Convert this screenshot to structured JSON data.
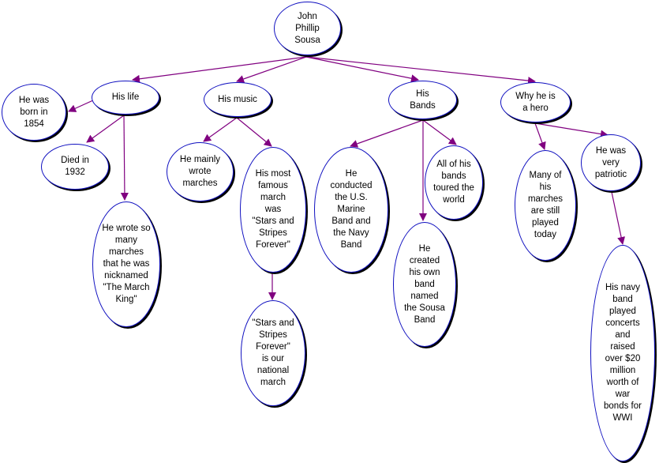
{
  "colors": {
    "edge": "#800080",
    "node_border": "#1010c0",
    "node_shadow": "#000000",
    "text": "#000000"
  },
  "nodes": {
    "root": "John\nPhillip\nSousa",
    "his_life": "His life",
    "born": "He was\nborn in\n1854",
    "died": "Died in\n1932",
    "march_king": "He wrote so\nmany\nmarches\nthat he was\nnicknamed\n\"The March\nKing\"",
    "his_music": "His music",
    "wrote_marches": "He mainly\nwrote\nmarches",
    "famous_march": "His most\nfamous\nmarch\nwas\n\"Stars and\nStripes\nForever\"",
    "national_march": "\"Stars and\nStripes\nForever\"\nis our\nnational\nmarch",
    "his_bands": "His\nBands",
    "conducted": "He\nconducted\nthe U.S.\nMarine\nBand and\nthe Navy\nBand",
    "own_band": "He\ncreated\nhis own\nband\nnamed\nthe Sousa\nBand",
    "toured": "All of his\nbands\ntoured the\nworld",
    "hero": "Why he is\na hero",
    "still_played": "Many of\nhis\nmarches\nare still\nplayed\ntoday",
    "patriotic": "He was\nvery\npatriotic",
    "war_bonds": "His navy\nband\nplayed\nconcerts\nand\nraised\nover $20\nmillion\nworth of\nwar\nbonds for\nWWI"
  }
}
